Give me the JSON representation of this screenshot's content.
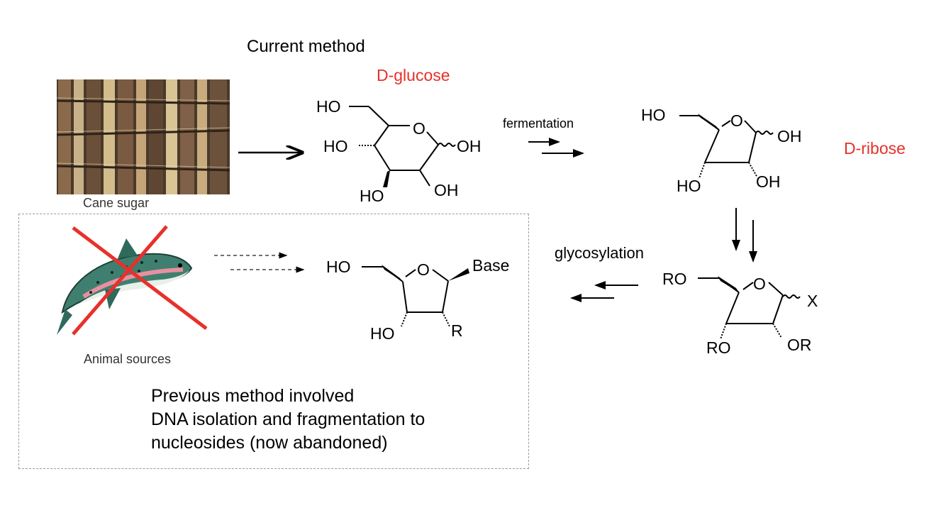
{
  "title": "Current method",
  "labels": {
    "d_glucose": "D-glucose",
    "d_ribose": "D-ribose",
    "cane_sugar": "Cane sugar",
    "animal_sources": "Animal sources",
    "fermentation": "fermentation",
    "glycosylation": "glycosylation"
  },
  "note": {
    "line1": "Previous method involved",
    "line2": "DNA isolation and fragmentation to",
    "line3": "nucleosides (now abandoned)"
  },
  "glucose": {
    "ho_top": "HO",
    "ring_o": "O",
    "ho_left": "HO",
    "oh_right": "OH",
    "ho_bottom": "HO",
    "oh_bottom": "OH"
  },
  "ribose": {
    "ho_top": "HO",
    "ring_o": "O",
    "oh_right": "OH",
    "ho_bottom": "HO",
    "oh_bottom": "OH"
  },
  "protected": {
    "ro_top": "RO",
    "ring_o": "O",
    "x": "X",
    "ro_bottom": "RO",
    "or_bottom": "OR"
  },
  "nucleoside": {
    "ho_top": "HO",
    "ring_o": "O",
    "base": "Base",
    "ho_bottom": "HO",
    "r": "R"
  },
  "colors": {
    "accent_red": "#e8302a",
    "cross_red": "#e8302a",
    "dashed_border": "#9a9a9a"
  }
}
